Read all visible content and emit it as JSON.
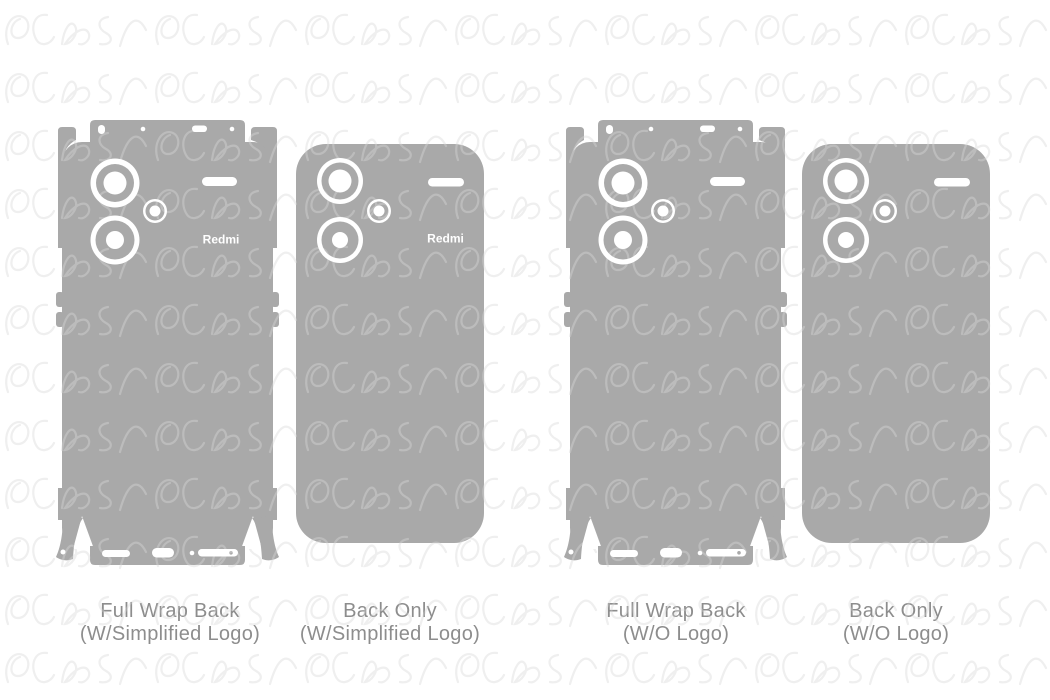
{
  "page": {
    "background_color": "#ffffff",
    "watermark_script_text": "vecras",
    "template_fill_color": "#a9a9a9",
    "cutout_color": "#ffffff",
    "label_text_color": "#8d8d8d",
    "watermark_under_color": "#ebebeb"
  },
  "templates": [
    {
      "type": "full-wrap-back",
      "label_line1": "Full Wrap Back",
      "label_line2": "(W/Simplified Logo)",
      "logo_text": "Redmi"
    },
    {
      "type": "back-only",
      "label_line1": "Back Only",
      "label_line2": "(W/Simplified Logo)",
      "logo_text": "Redmi"
    },
    {
      "type": "full-wrap-back",
      "label_line1": "Full Wrap Back",
      "label_line2": "(W/O Logo)",
      "logo_text": ""
    },
    {
      "type": "back-only",
      "label_line1": "Back Only",
      "label_line2": "(W/O Logo)",
      "logo_text": ""
    }
  ]
}
